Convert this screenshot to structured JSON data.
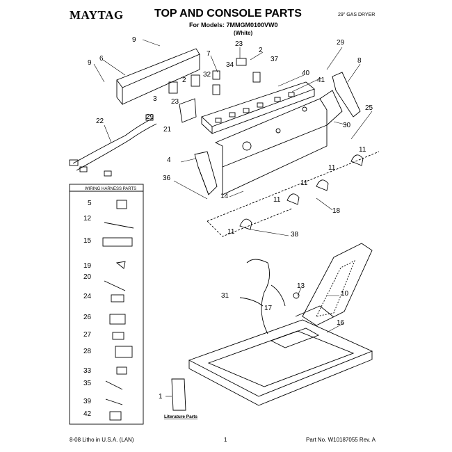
{
  "header": {
    "brand": "MAYTAG",
    "title": "TOP AND CONSOLE PARTS",
    "models_line": "For Models: 7MMGM0100VW0",
    "color": "(White)",
    "product_type": "29\" GAS DRYER"
  },
  "footer": {
    "left": "8-08 Litho in U.S.A. (LAN)",
    "page": "1",
    "part_no": "Part No. W10187055 Rev. A"
  },
  "wiring_box": {
    "title": "WIRING HARNESS PARTS",
    "items": [
      "5",
      "12",
      "15",
      "19",
      "20",
      "24",
      "26",
      "27",
      "28",
      "33",
      "35",
      "39",
      "42"
    ]
  },
  "literature": {
    "callout": "1",
    "label": "Literature Parts"
  },
  "callouts": [
    {
      "id": "c9a",
      "n": "9"
    },
    {
      "id": "c6",
      "n": "6"
    },
    {
      "id": "c9b",
      "n": "9"
    },
    {
      "id": "c7",
      "n": "7"
    },
    {
      "id": "c23a",
      "n": "23"
    },
    {
      "id": "c2a",
      "n": "2"
    },
    {
      "id": "c34",
      "n": "34"
    },
    {
      "id": "c37",
      "n": "37"
    },
    {
      "id": "c29a",
      "n": "29"
    },
    {
      "id": "c8",
      "n": "8"
    },
    {
      "id": "c32",
      "n": "32"
    },
    {
      "id": "c2b",
      "n": "2"
    },
    {
      "id": "c40",
      "n": "40"
    },
    {
      "id": "c41",
      "n": "41"
    },
    {
      "id": "c3",
      "n": "3"
    },
    {
      "id": "c23b",
      "n": "23"
    },
    {
      "id": "c29b",
      "n": "29"
    },
    {
      "id": "c21",
      "n": "21"
    },
    {
      "id": "c22",
      "n": "22"
    },
    {
      "id": "c25",
      "n": "25"
    },
    {
      "id": "c30",
      "n": "30"
    },
    {
      "id": "c11a",
      "n": "11"
    },
    {
      "id": "c4",
      "n": "4"
    },
    {
      "id": "c11b",
      "n": "11"
    },
    {
      "id": "c36",
      "n": "36"
    },
    {
      "id": "c11c",
      "n": "11"
    },
    {
      "id": "c14",
      "n": "14"
    },
    {
      "id": "c11d",
      "n": "11"
    },
    {
      "id": "c18",
      "n": "18"
    },
    {
      "id": "c11e",
      "n": "11"
    },
    {
      "id": "c38",
      "n": "38"
    },
    {
      "id": "c13",
      "n": "13"
    },
    {
      "id": "c31",
      "n": "31"
    },
    {
      "id": "c17",
      "n": "17"
    },
    {
      "id": "c10",
      "n": "10"
    },
    {
      "id": "c16",
      "n": "16"
    }
  ]
}
